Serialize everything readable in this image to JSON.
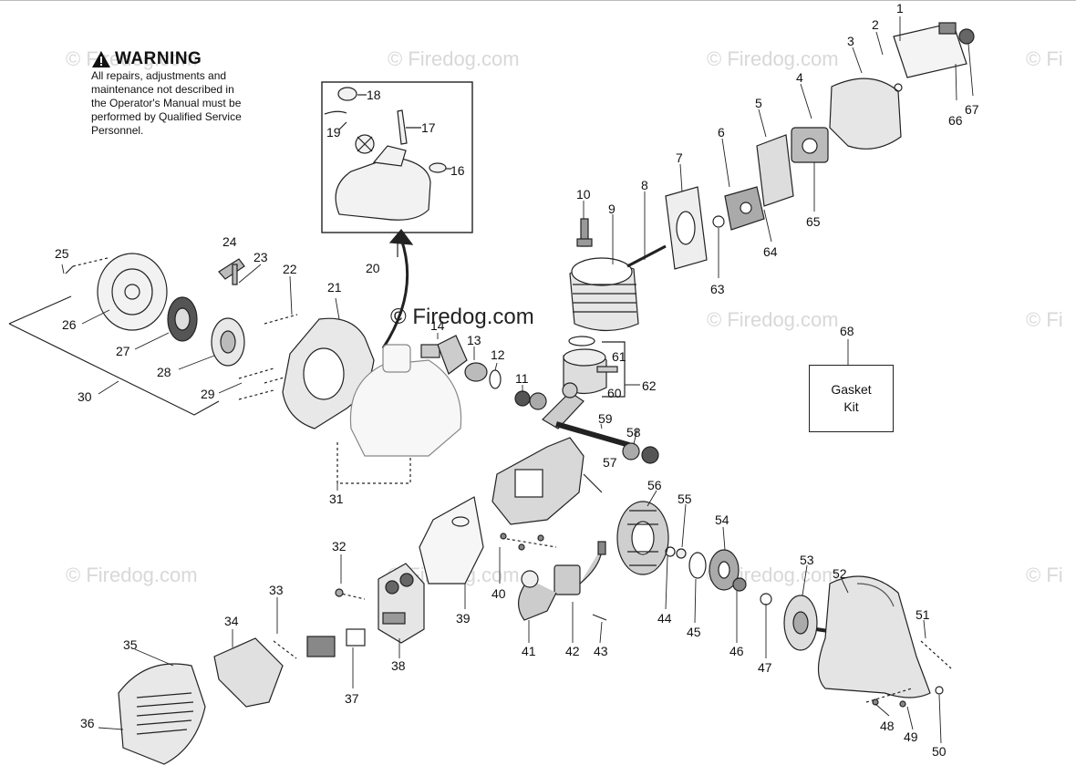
{
  "warning": {
    "title": "WARNING",
    "body": "All repairs, adjustments and\nmaintenance not described in\nthe Operator's Manual must be\nperformed by Qualified Service\nPersonnel."
  },
  "gasket_kit": {
    "line1": "Gasket",
    "line2": "Kit"
  },
  "watermark": {
    "main": "© Firedog.com",
    "faint": "© Firedog.com",
    "faint_partial": "© Fi"
  },
  "callouts": {
    "c1": "1",
    "c2": "2",
    "c3": "3",
    "c4": "4",
    "c5": "5",
    "c6": "6",
    "c7": "7",
    "c8": "8",
    "c9": "9",
    "c10": "10",
    "c11": "11",
    "c12": "12",
    "c13": "13",
    "c14": "14",
    "c16": "16",
    "c17": "17",
    "c18": "18",
    "c19": "19",
    "c20": "20",
    "c21": "21",
    "c22": "22",
    "c23": "23",
    "c24": "24",
    "c25": "25",
    "c26": "26",
    "c27": "27",
    "c28": "28",
    "c29": "29",
    "c30": "30",
    "c31": "31",
    "c32": "32",
    "c33": "33",
    "c34": "34",
    "c35": "35",
    "c36": "36",
    "c37": "37",
    "c38": "38",
    "c39": "39",
    "c40": "40",
    "c41": "41",
    "c42": "42",
    "c43": "43",
    "c44": "44",
    "c45": "45",
    "c46": "46",
    "c47": "47",
    "c48": "48",
    "c49": "49",
    "c50": "50",
    "c51": "51",
    "c52": "52",
    "c53": "53",
    "c54": "54",
    "c55": "55",
    "c56": "56",
    "c57": "57",
    "c58": "58",
    "c59": "59",
    "c60": "60",
    "c61": "61",
    "c62": "62",
    "c63": "63",
    "c64": "64",
    "c65": "65",
    "c66": "66",
    "c67": "67",
    "c68": "68"
  }
}
